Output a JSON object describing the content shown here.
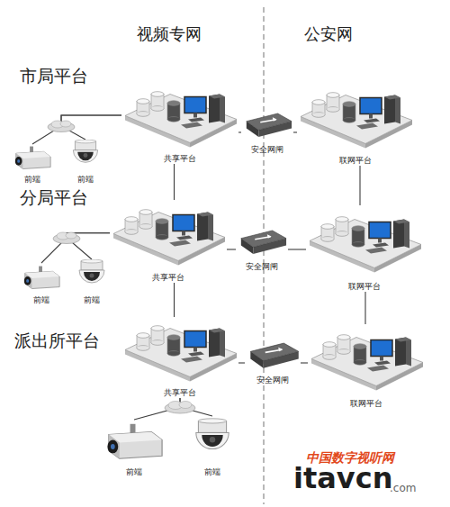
{
  "diagram": {
    "nodes": [
      {
        "text": [
          "共享平台"
        ]
      },
      {
        "text": [
          "安全网闸"
        ]
      },
      {
        "text": [
          "联网平台"
        ]
      },
      {
        "text": [
          "前端"
        ]
      },
      {
        "text": [
          "前端"
        ]
      },
      {
        "text": [
          "共享平台"
        ]
      },
      {
        "text": [
          "安全网闸"
        ]
      },
      {
        "text": [
          "联网平台"
        ]
      },
      {
        "text": [
          "前端"
        ]
      },
      {
        "text": [
          "前端"
        ]
      },
      {
        "text": [
          "共享平台"
        ]
      },
      {
        "text": [
          "安全网闸"
        ]
      },
      {
        "text": [
          "联网平台"
        ]
      },
      {
        "text": [
          "前端"
        ]
      },
      {
        "text": [
          "前端"
        ]
      }
    ],
    "edges": [
      {
        "from": 0,
        "to": 1,
        "arrow": "none"
      },
      {
        "from": 1,
        "to": 2,
        "arrow": "none"
      },
      {
        "from": 3,
        "to": 0,
        "arrow": "none"
      },
      {
        "from": 4,
        "to": 0,
        "arrow": "none"
      },
      {
        "from": 0,
        "to": 5,
        "arrow": "none"
      },
      {
        "from": 2,
        "to": 7,
        "arrow": "none"
      },
      {
        "from": 5,
        "to": 6,
        "arrow": "none"
      },
      {
        "from": 6,
        "to": 7,
        "arrow": "none"
      },
      {
        "from": 8,
        "to": 5,
        "arrow": "none"
      },
      {
        "from": 9,
        "to": 5,
        "arrow": "none"
      },
      {
        "from": 5,
        "to": 10,
        "arrow": "none"
      },
      {
        "from": 7,
        "to": 12,
        "arrow": "none"
      },
      {
        "from": 10,
        "to": 11,
        "arrow": "none"
      },
      {
        "from": 11,
        "to": 12,
        "arrow": "none"
      },
      {
        "from": 13,
        "to": 10,
        "arrow": "none"
      },
      {
        "from": 14,
        "to": 10,
        "arrow": "none"
      }
    ],
    "labels": [
      "视频专网",
      "公安网",
      "市局平台",
      "分局平台",
      "派出所平台",
      "中国数字视听网",
      "itavcn",
      ".com"
    ]
  }
}
